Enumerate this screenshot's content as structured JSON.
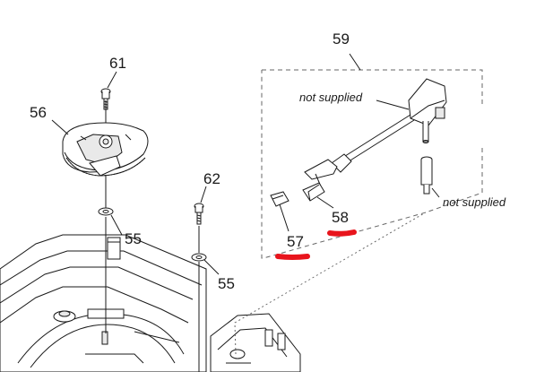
{
  "labels": {
    "p55a": "55",
    "p55b": "55",
    "p56": "56",
    "p57": "57",
    "p58": "58",
    "p59": "59",
    "p61": "61",
    "p62": "62"
  },
  "notes": {
    "arm": "not supplied",
    "pin": "not supplied"
  },
  "colors": {
    "ink": "#1a1a1a",
    "highlight": "#e8141c"
  },
  "highlights": [
    "p57",
    "p58"
  ]
}
